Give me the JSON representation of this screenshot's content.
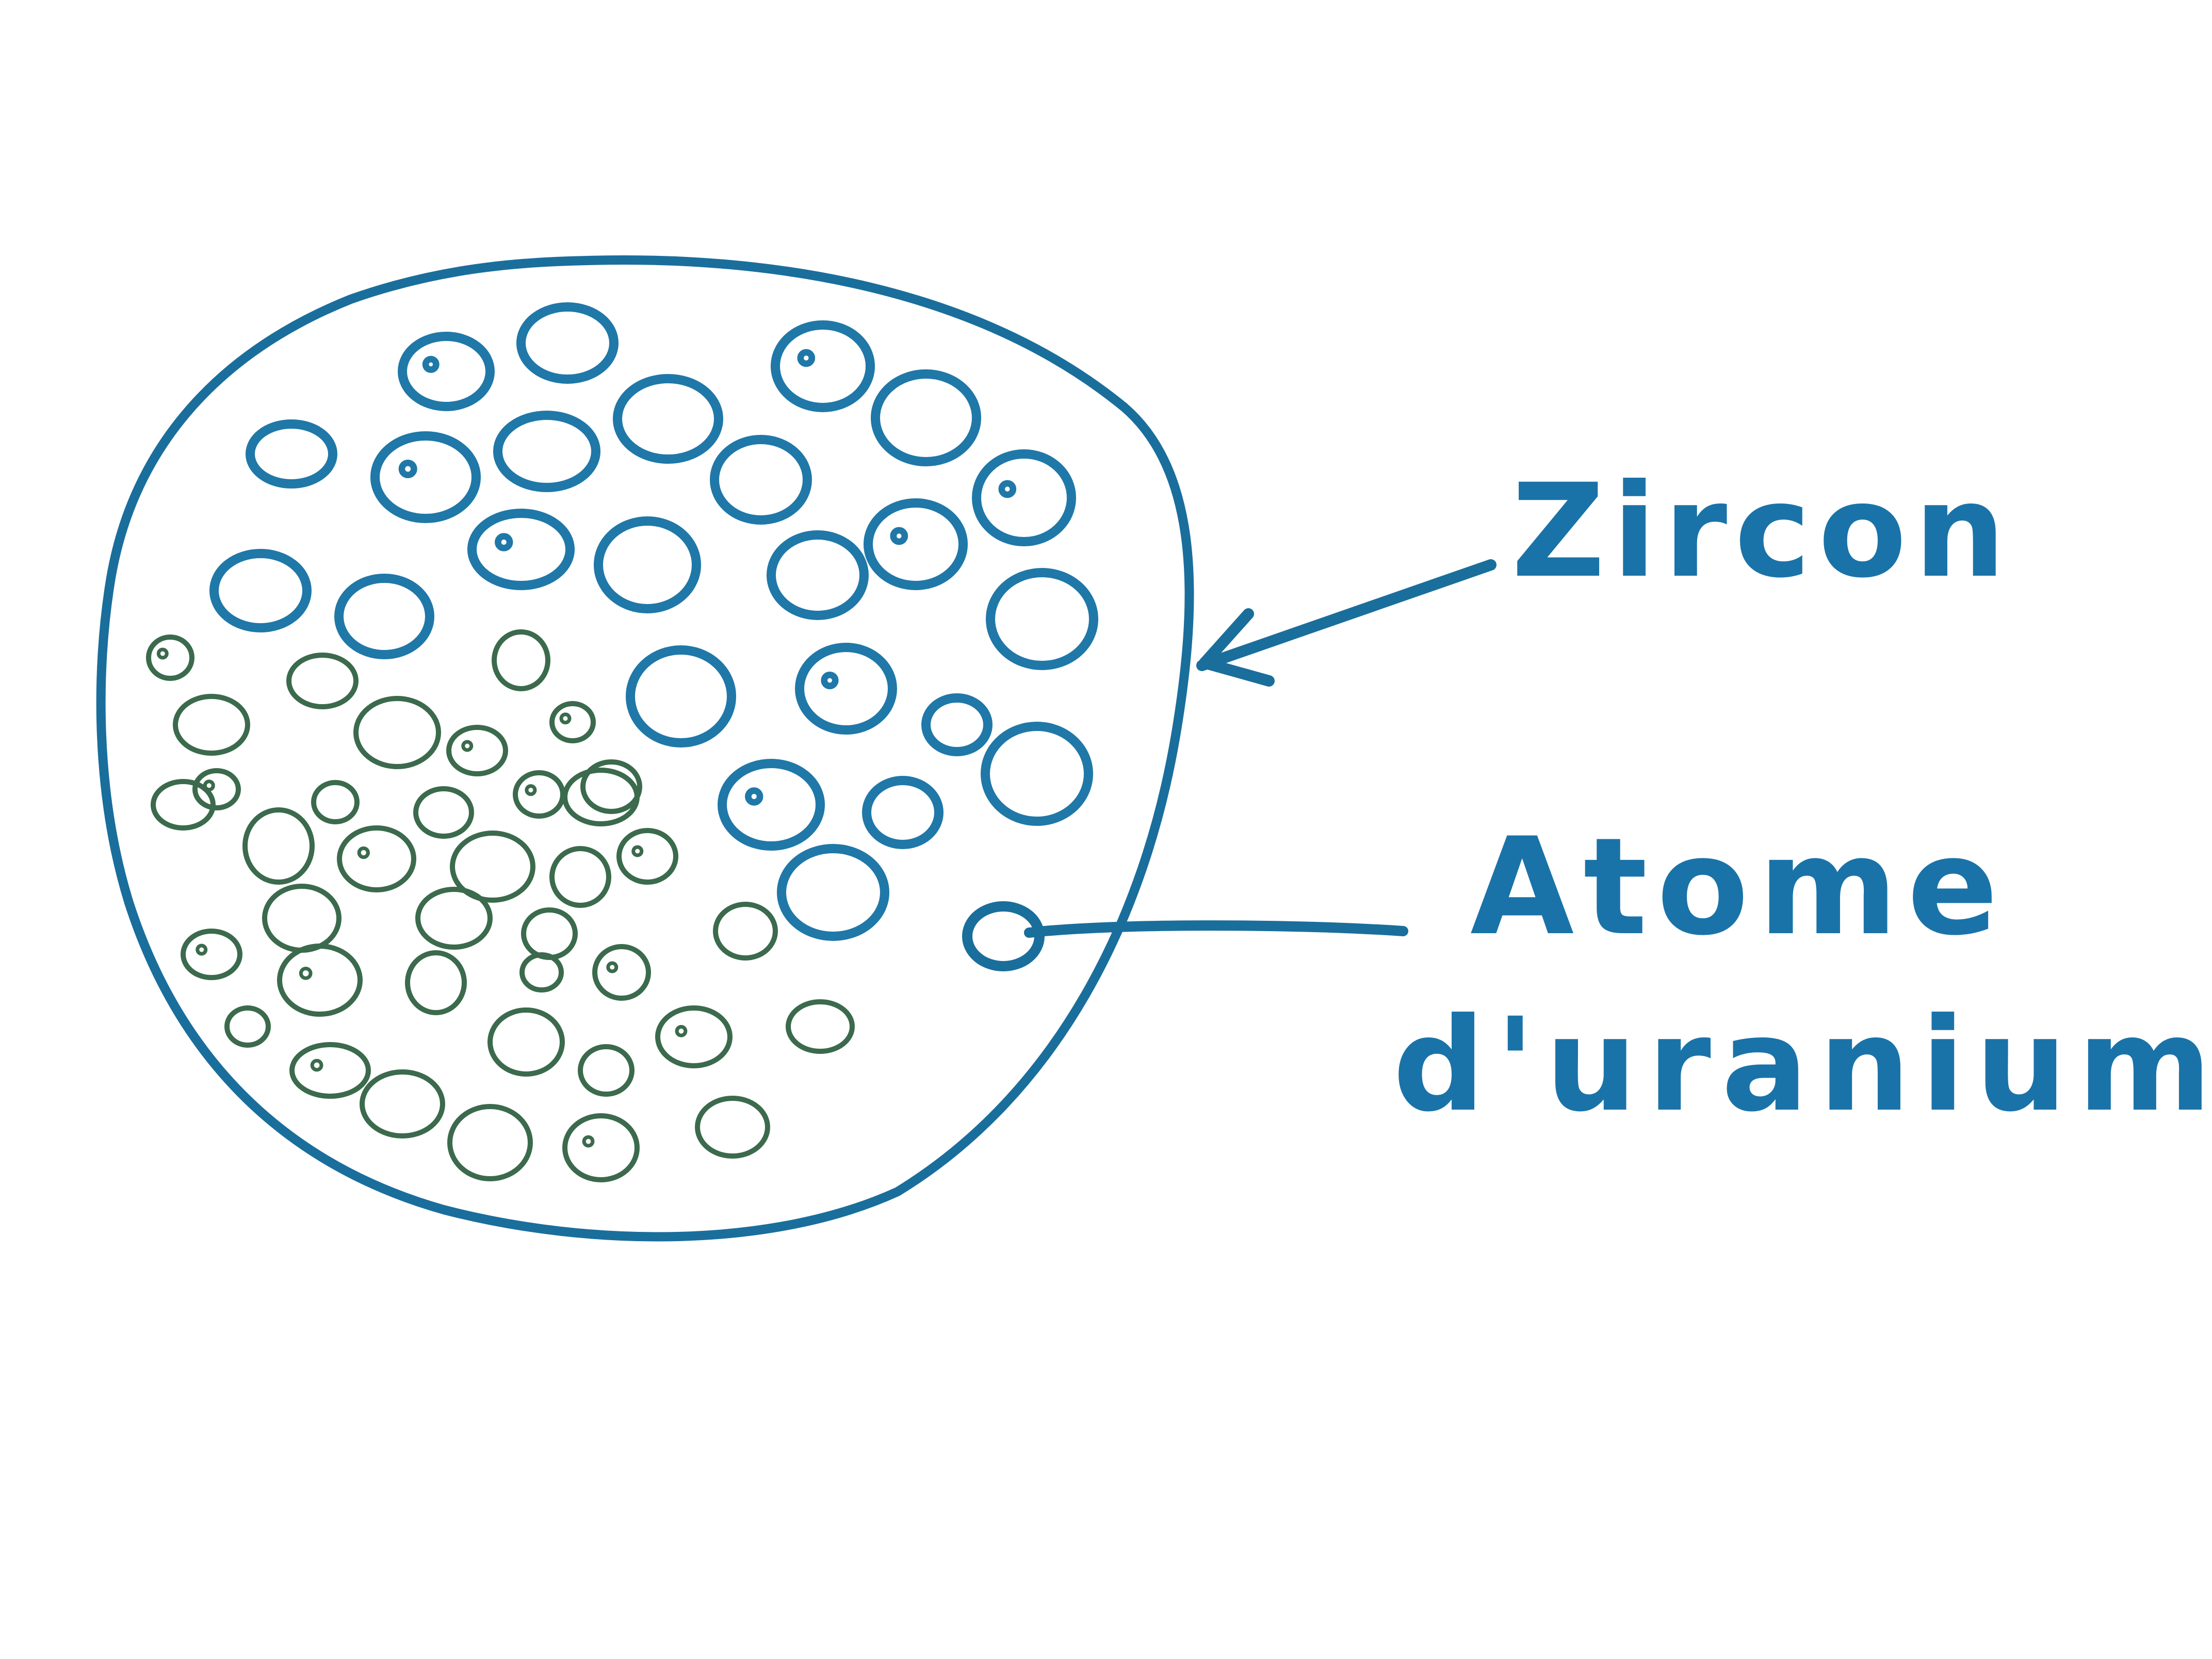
{
  "labels": {
    "zircon": "Zircon",
    "uranium_line1": "Atome",
    "uranium_line2": "d'uranium"
  },
  "colors": {
    "background": "#ffffff",
    "crystal_outline": "#1a6e9c",
    "zircon_atoms": "#1f78a8",
    "decayed_atoms": "#3b6a4c",
    "label_text": "#1a73a8",
    "arrow": "#1a6e9c"
  }
}
